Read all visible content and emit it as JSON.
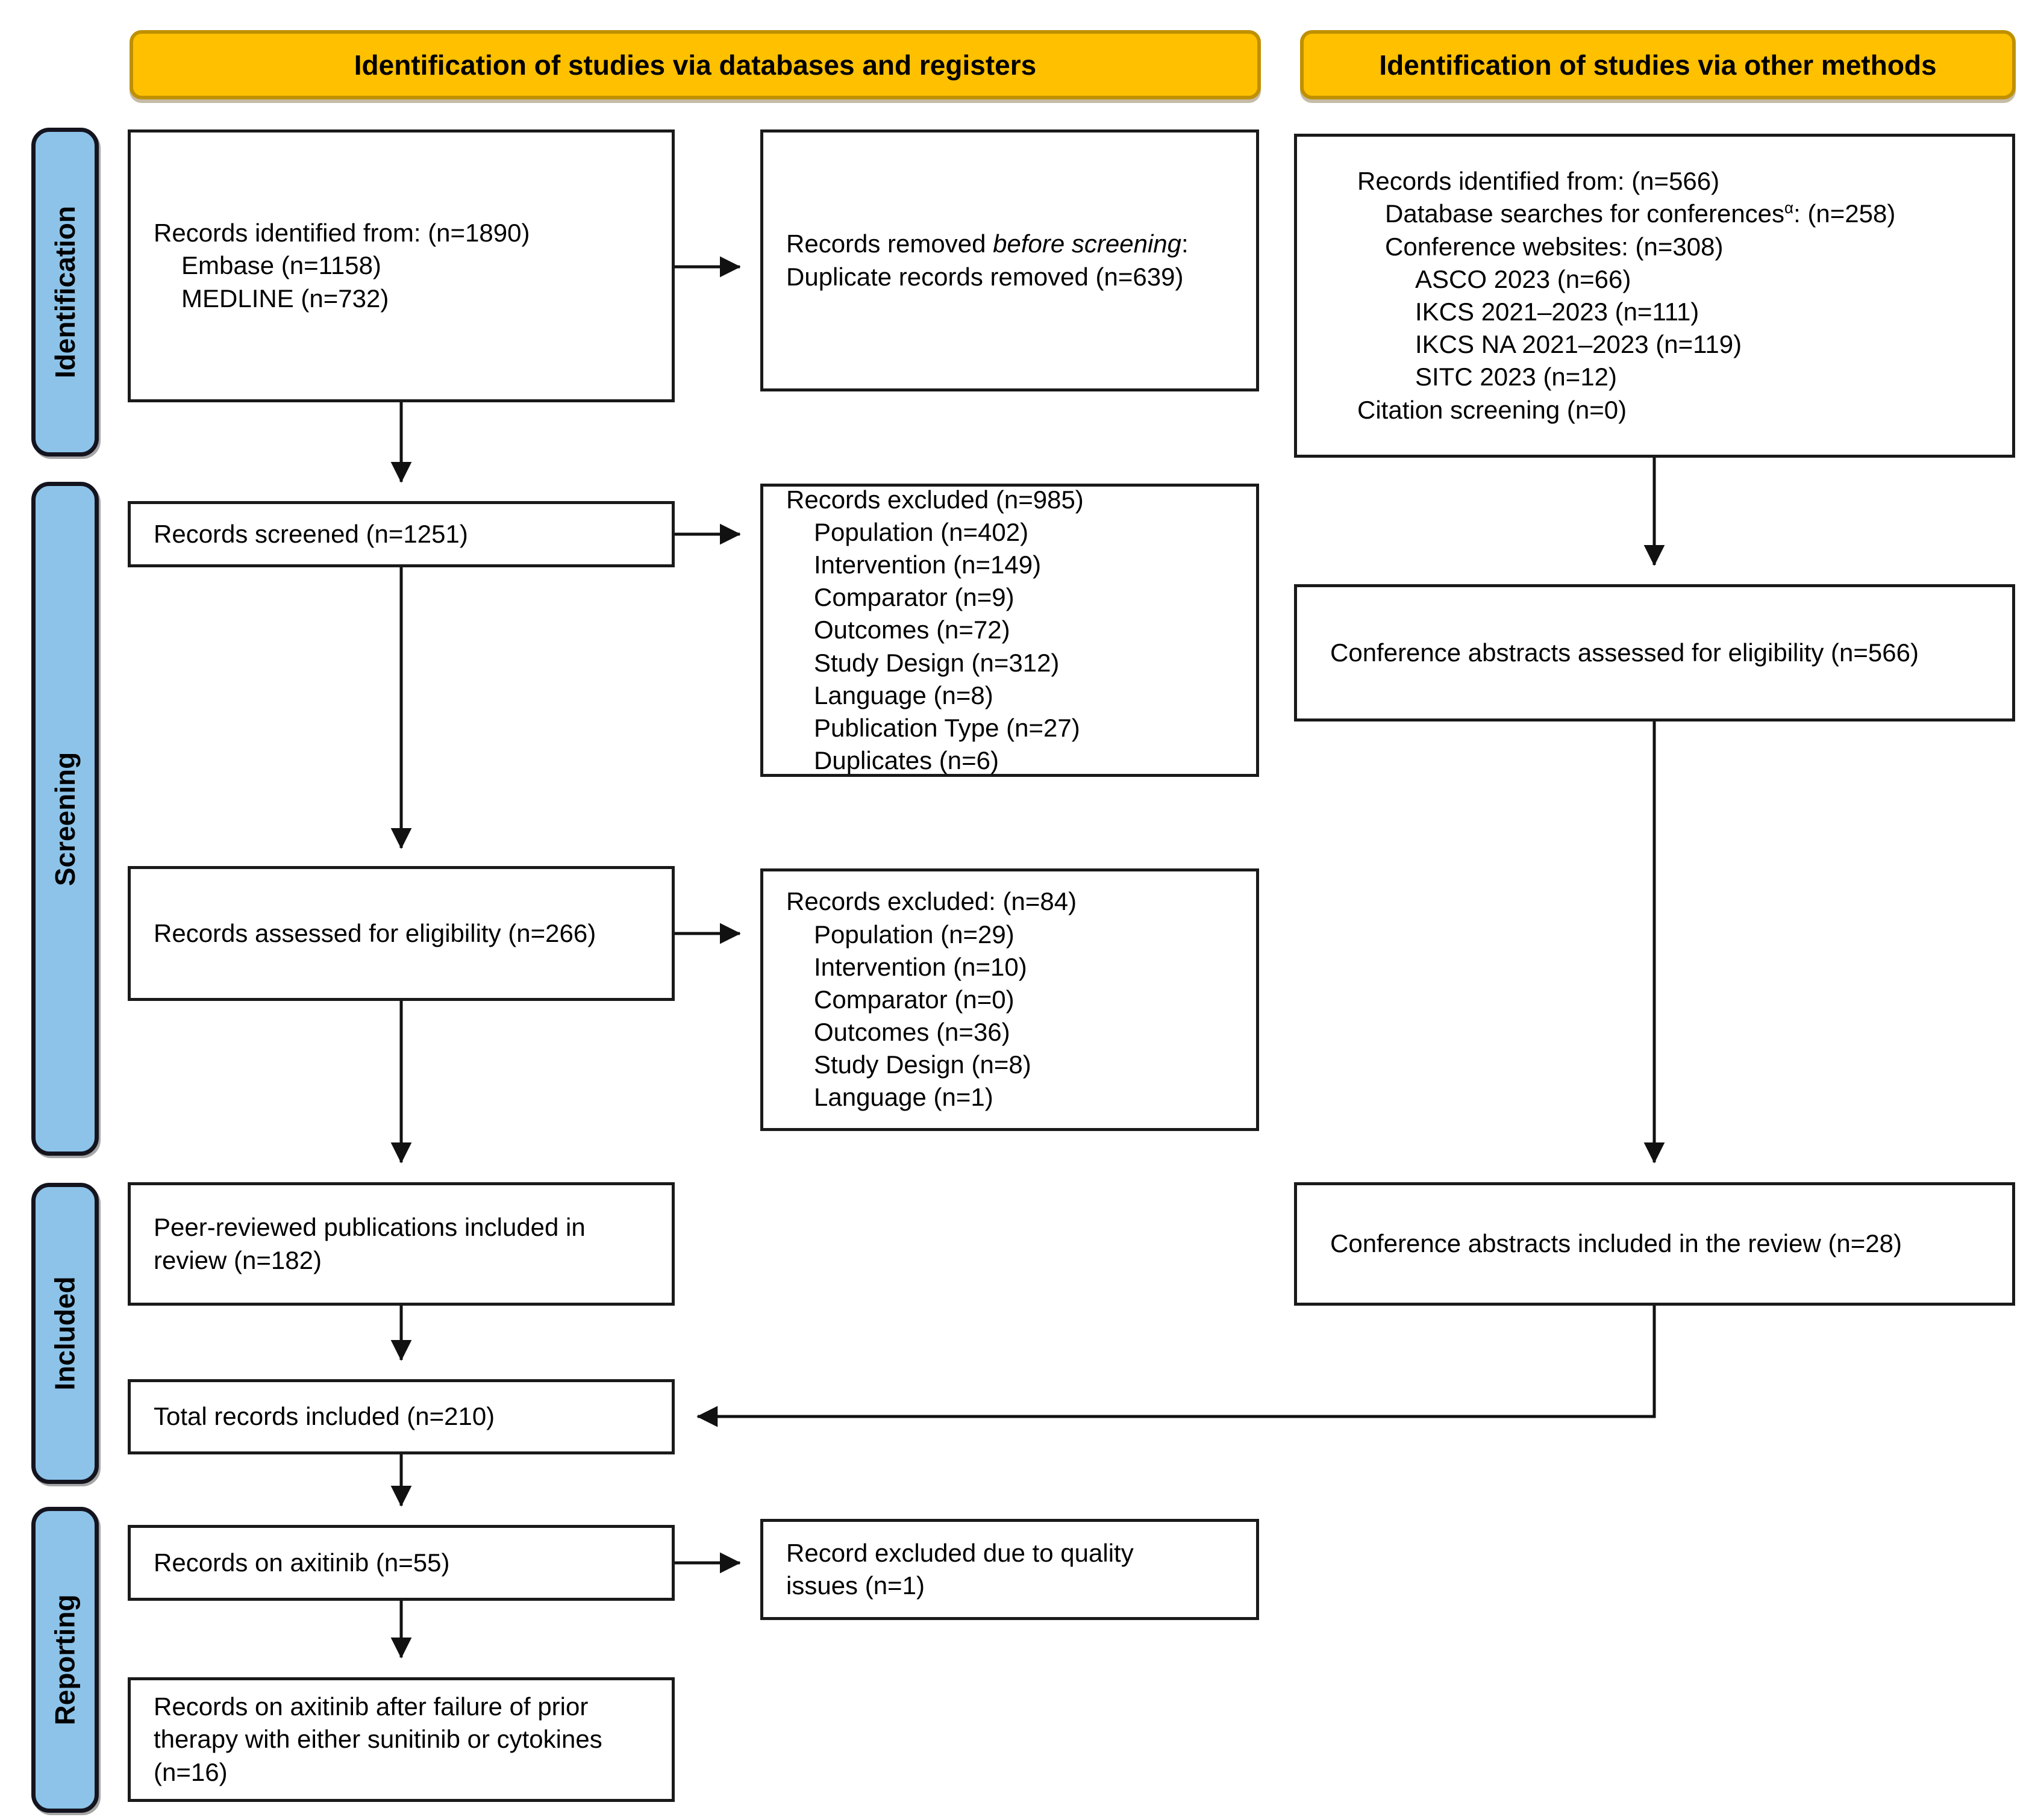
{
  "banners": {
    "left": "Identification of studies via databases and registers",
    "right": "Identification of studies via other methods"
  },
  "stages": [
    "Identification",
    "Screening",
    "Included",
    "Reporting"
  ],
  "colors": {
    "banner_bg": "#FFC000",
    "banner_border": "#BF9000",
    "stage_bg": "#8DC3E9",
    "box_border": "#1A1A1A",
    "arrow": "#111111"
  },
  "boxes": {
    "db_identified": {
      "title": "Records identified from: (n=1890)",
      "items": [
        "Embase (n=1158)",
        "MEDLINE (n=732)"
      ]
    },
    "removed_before": {
      "prefix": "Records removed ",
      "italic": "before screening",
      "suffix": ":",
      "detail": "Duplicate records removed (n=639)"
    },
    "other_identified": {
      "title": "Records identified from: (n=566)",
      "db_search_prefix": "Database searches for conferences",
      "db_search_sup": "α",
      "db_search_suffix": ": (n=258)",
      "conf_websites": "Conference websites: (n=308)",
      "conf_items": [
        "ASCO 2023 (n=66)",
        "IKCS 2021–2023 (n=111)",
        "IKCS NA 2021–2023 (n=119)",
        "SITC 2023 (n=12)"
      ],
      "citation": "Citation screening (n=0)"
    },
    "screened": "Records screened (n=1251)",
    "excluded1": {
      "title": "Records excluded (n=985)",
      "items": [
        "Population (n=402)",
        "Intervention (n=149)",
        "Comparator (n=9)",
        "Outcomes (n=72)",
        "Study Design (n=312)",
        "Language (n=8)",
        "Publication Type (n=27)",
        "Duplicates (n=6)"
      ]
    },
    "assessed": "Records assessed for eligibility (n=266)",
    "excluded2": {
      "title": "Records excluded: (n=84)",
      "items": [
        "Population (n=29)",
        "Intervention (n=10)",
        "Comparator (n=0)",
        "Outcomes (n=36)",
        "Study Design (n=8)",
        "Language (n=1)"
      ]
    },
    "conf_assessed": "Conference abstracts assessed for eligibility (n=566)",
    "peer_included": "Peer-reviewed publications included in review (n=182)",
    "conf_included": "Conference abstracts included in the review (n=28)",
    "total_included": "Total records included (n=210)",
    "axitinib": "Records on axitinib (n=55)",
    "quality_excluded": "Record excluded due to quality issues (n=1)",
    "axitinib_failure": "Records on axitinib after failure of prior therapy with either sunitinib or cytokines (n=16)"
  }
}
